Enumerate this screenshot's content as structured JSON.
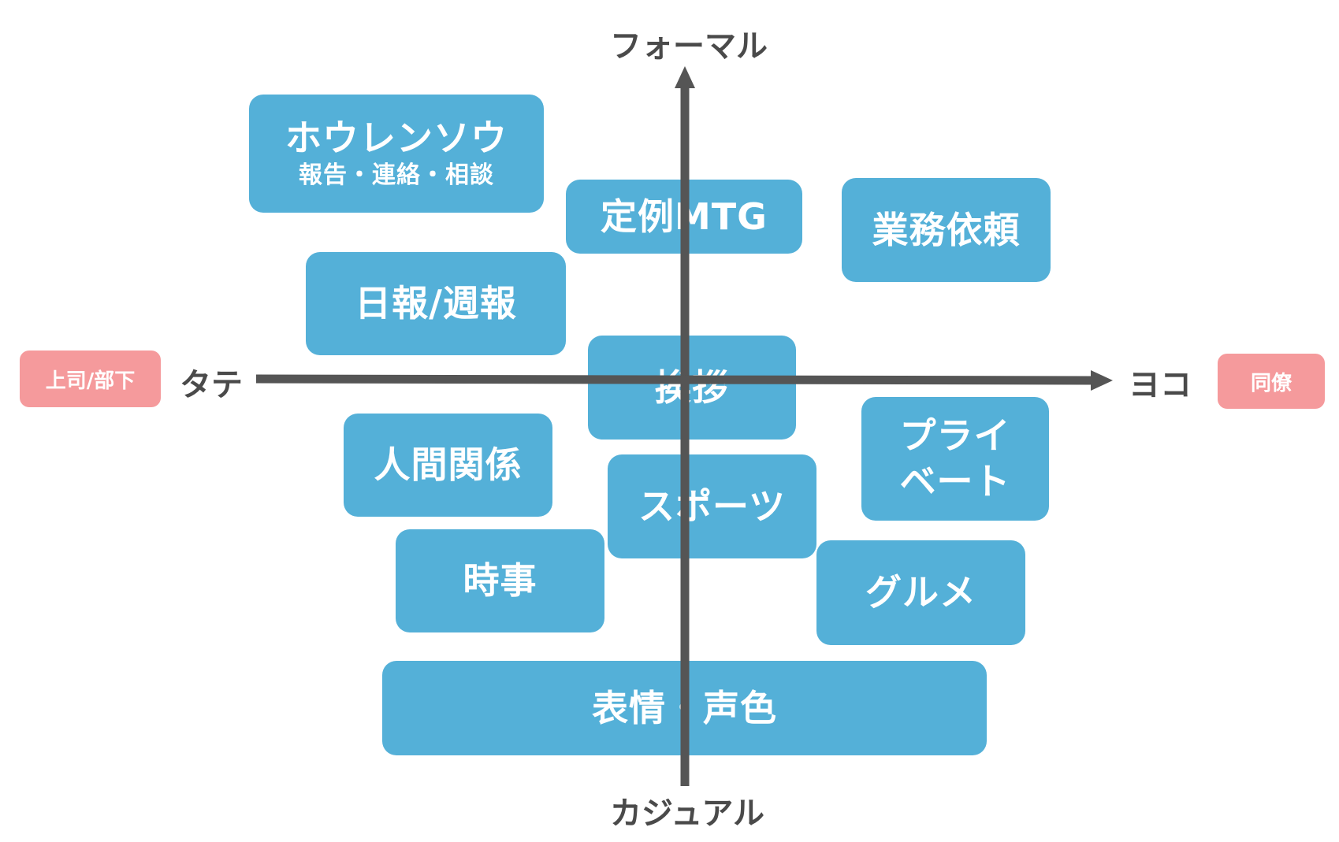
{
  "axes": {
    "top": "フォーマル",
    "bottom": "カジュアル",
    "left": "タテ",
    "right": "ヨコ"
  },
  "tags": {
    "left": "上司/部下",
    "right": "同僚"
  },
  "topics": {
    "hourensou": {
      "title": "ホウレンソウ",
      "subtitle": "報告・連絡・相談"
    },
    "teirei": "定例MTG",
    "gyomu": "業務依頼",
    "nippo": "日報/週報",
    "aisatsu": "挨拶",
    "private_line1": "プライ",
    "private_line2": "ベート",
    "ningen": "人間関係",
    "sports": "スポーツ",
    "jiji": "時事",
    "gurume": "グルメ",
    "hyojo": "表情・声色"
  },
  "colors": {
    "box": "#54b0d8",
    "axis": "#555555",
    "tag": "#f59a9c"
  }
}
